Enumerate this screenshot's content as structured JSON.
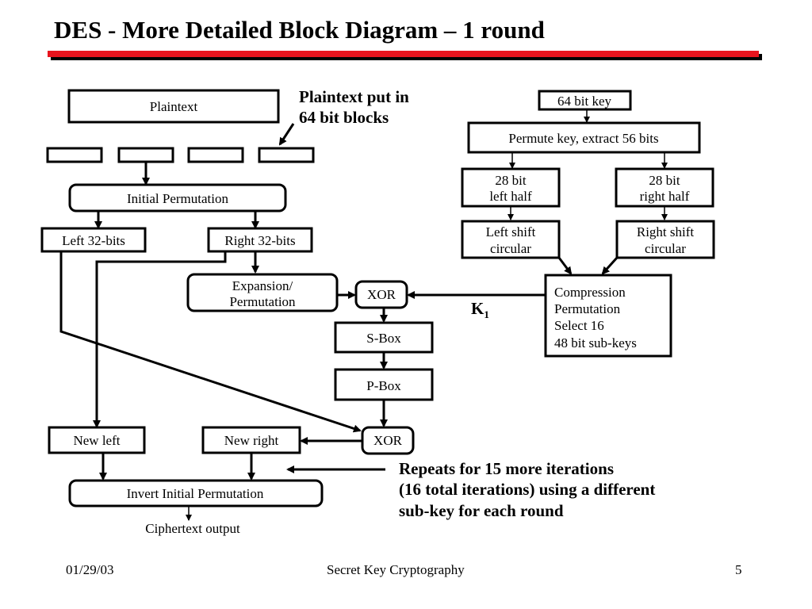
{
  "slide": {
    "title": "DES - More Detailed Block Diagram – 1 round",
    "accent_color": "#e8141e"
  },
  "diagram": {
    "plaintext": "Plaintext",
    "plaintext_note": [
      "Plaintext put in",
      "64 bit blocks"
    ],
    "initial_permutation": "Initial Permutation",
    "left_32": "Left 32-bits",
    "right_32": "Right 32-bits",
    "expansion": [
      "Expansion/",
      "Permutation"
    ],
    "xor": "XOR",
    "sbox": "S-Box",
    "pbox": "P-Box",
    "new_left": "New left",
    "new_right": "New right",
    "invert_ip": "Invert Initial Permutation",
    "ciphertext": "Ciphertext output",
    "key_64": "64 bit key",
    "permute_key": "Permute key, extract 56 bits",
    "left_half": [
      "28 bit",
      "left half"
    ],
    "right_half": [
      "28 bit",
      "right half"
    ],
    "left_shift": [
      "Left shift",
      "circular"
    ],
    "right_shift": [
      "Right shift",
      "circular"
    ],
    "compression": [
      "Compression",
      "Permutation",
      "Select 16",
      "48 bit sub-keys"
    ],
    "k_label": "K",
    "k_subscript": "1",
    "repeat_note": [
      "Repeats for 15 more iterations",
      "(16 total iterations) using a different",
      "sub-key for each round"
    ]
  },
  "footer": {
    "date": "01/29/03",
    "center": "Secret Key Cryptography",
    "page": "5"
  }
}
